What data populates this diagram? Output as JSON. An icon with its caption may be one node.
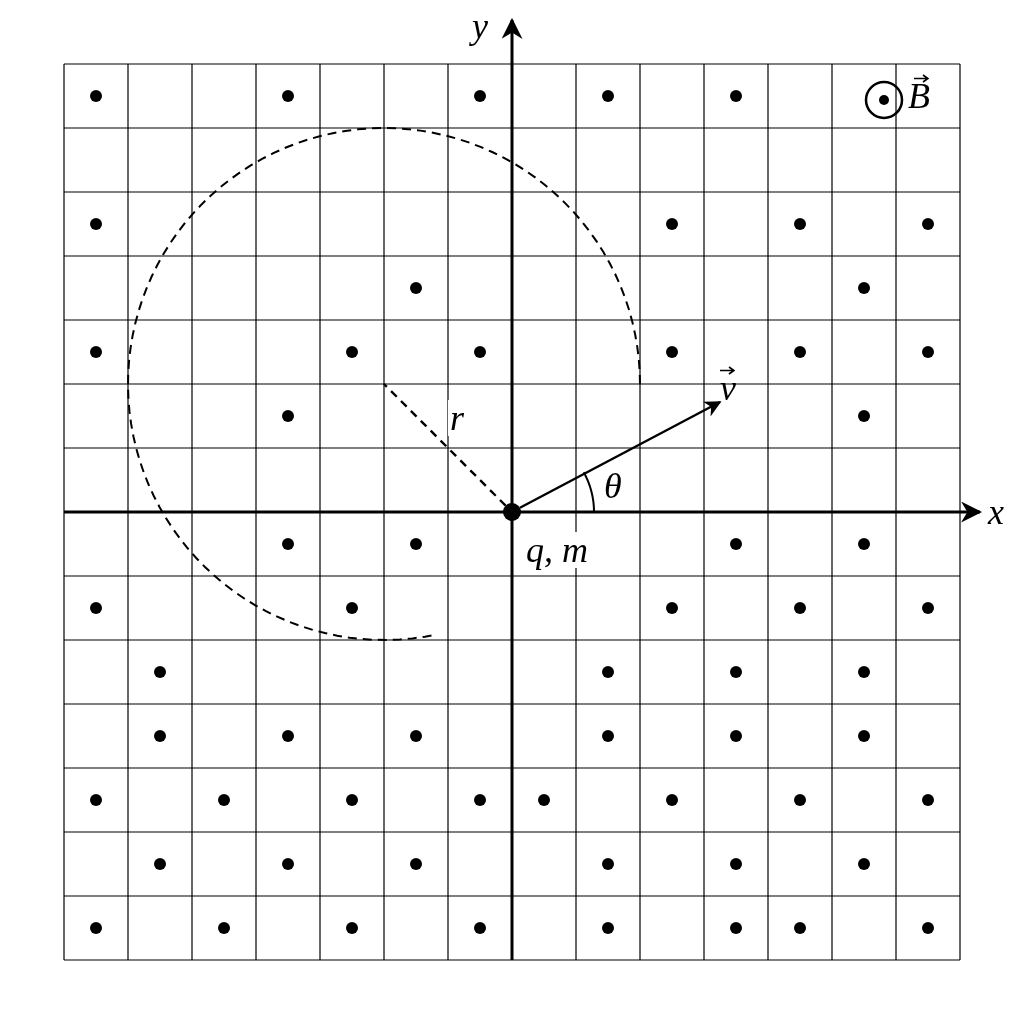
{
  "diagram": {
    "nodes": [
      {
        "text": [],
        "shape": "circle",
        "beside": [
          "q, m"
        ]
      },
      {
        "text": [
          "v⃗"
        ]
      }
    ],
    "edges": [
      {
        "from": 0,
        "to": 1,
        "arrow": "to"
      },
      {
        "from": 0,
        "to": null,
        "arrow": "none",
        "style": "dashed",
        "label": "r"
      }
    ],
    "labels": [
      "y",
      "x",
      "B⃗",
      "θ"
    ]
  }
}
